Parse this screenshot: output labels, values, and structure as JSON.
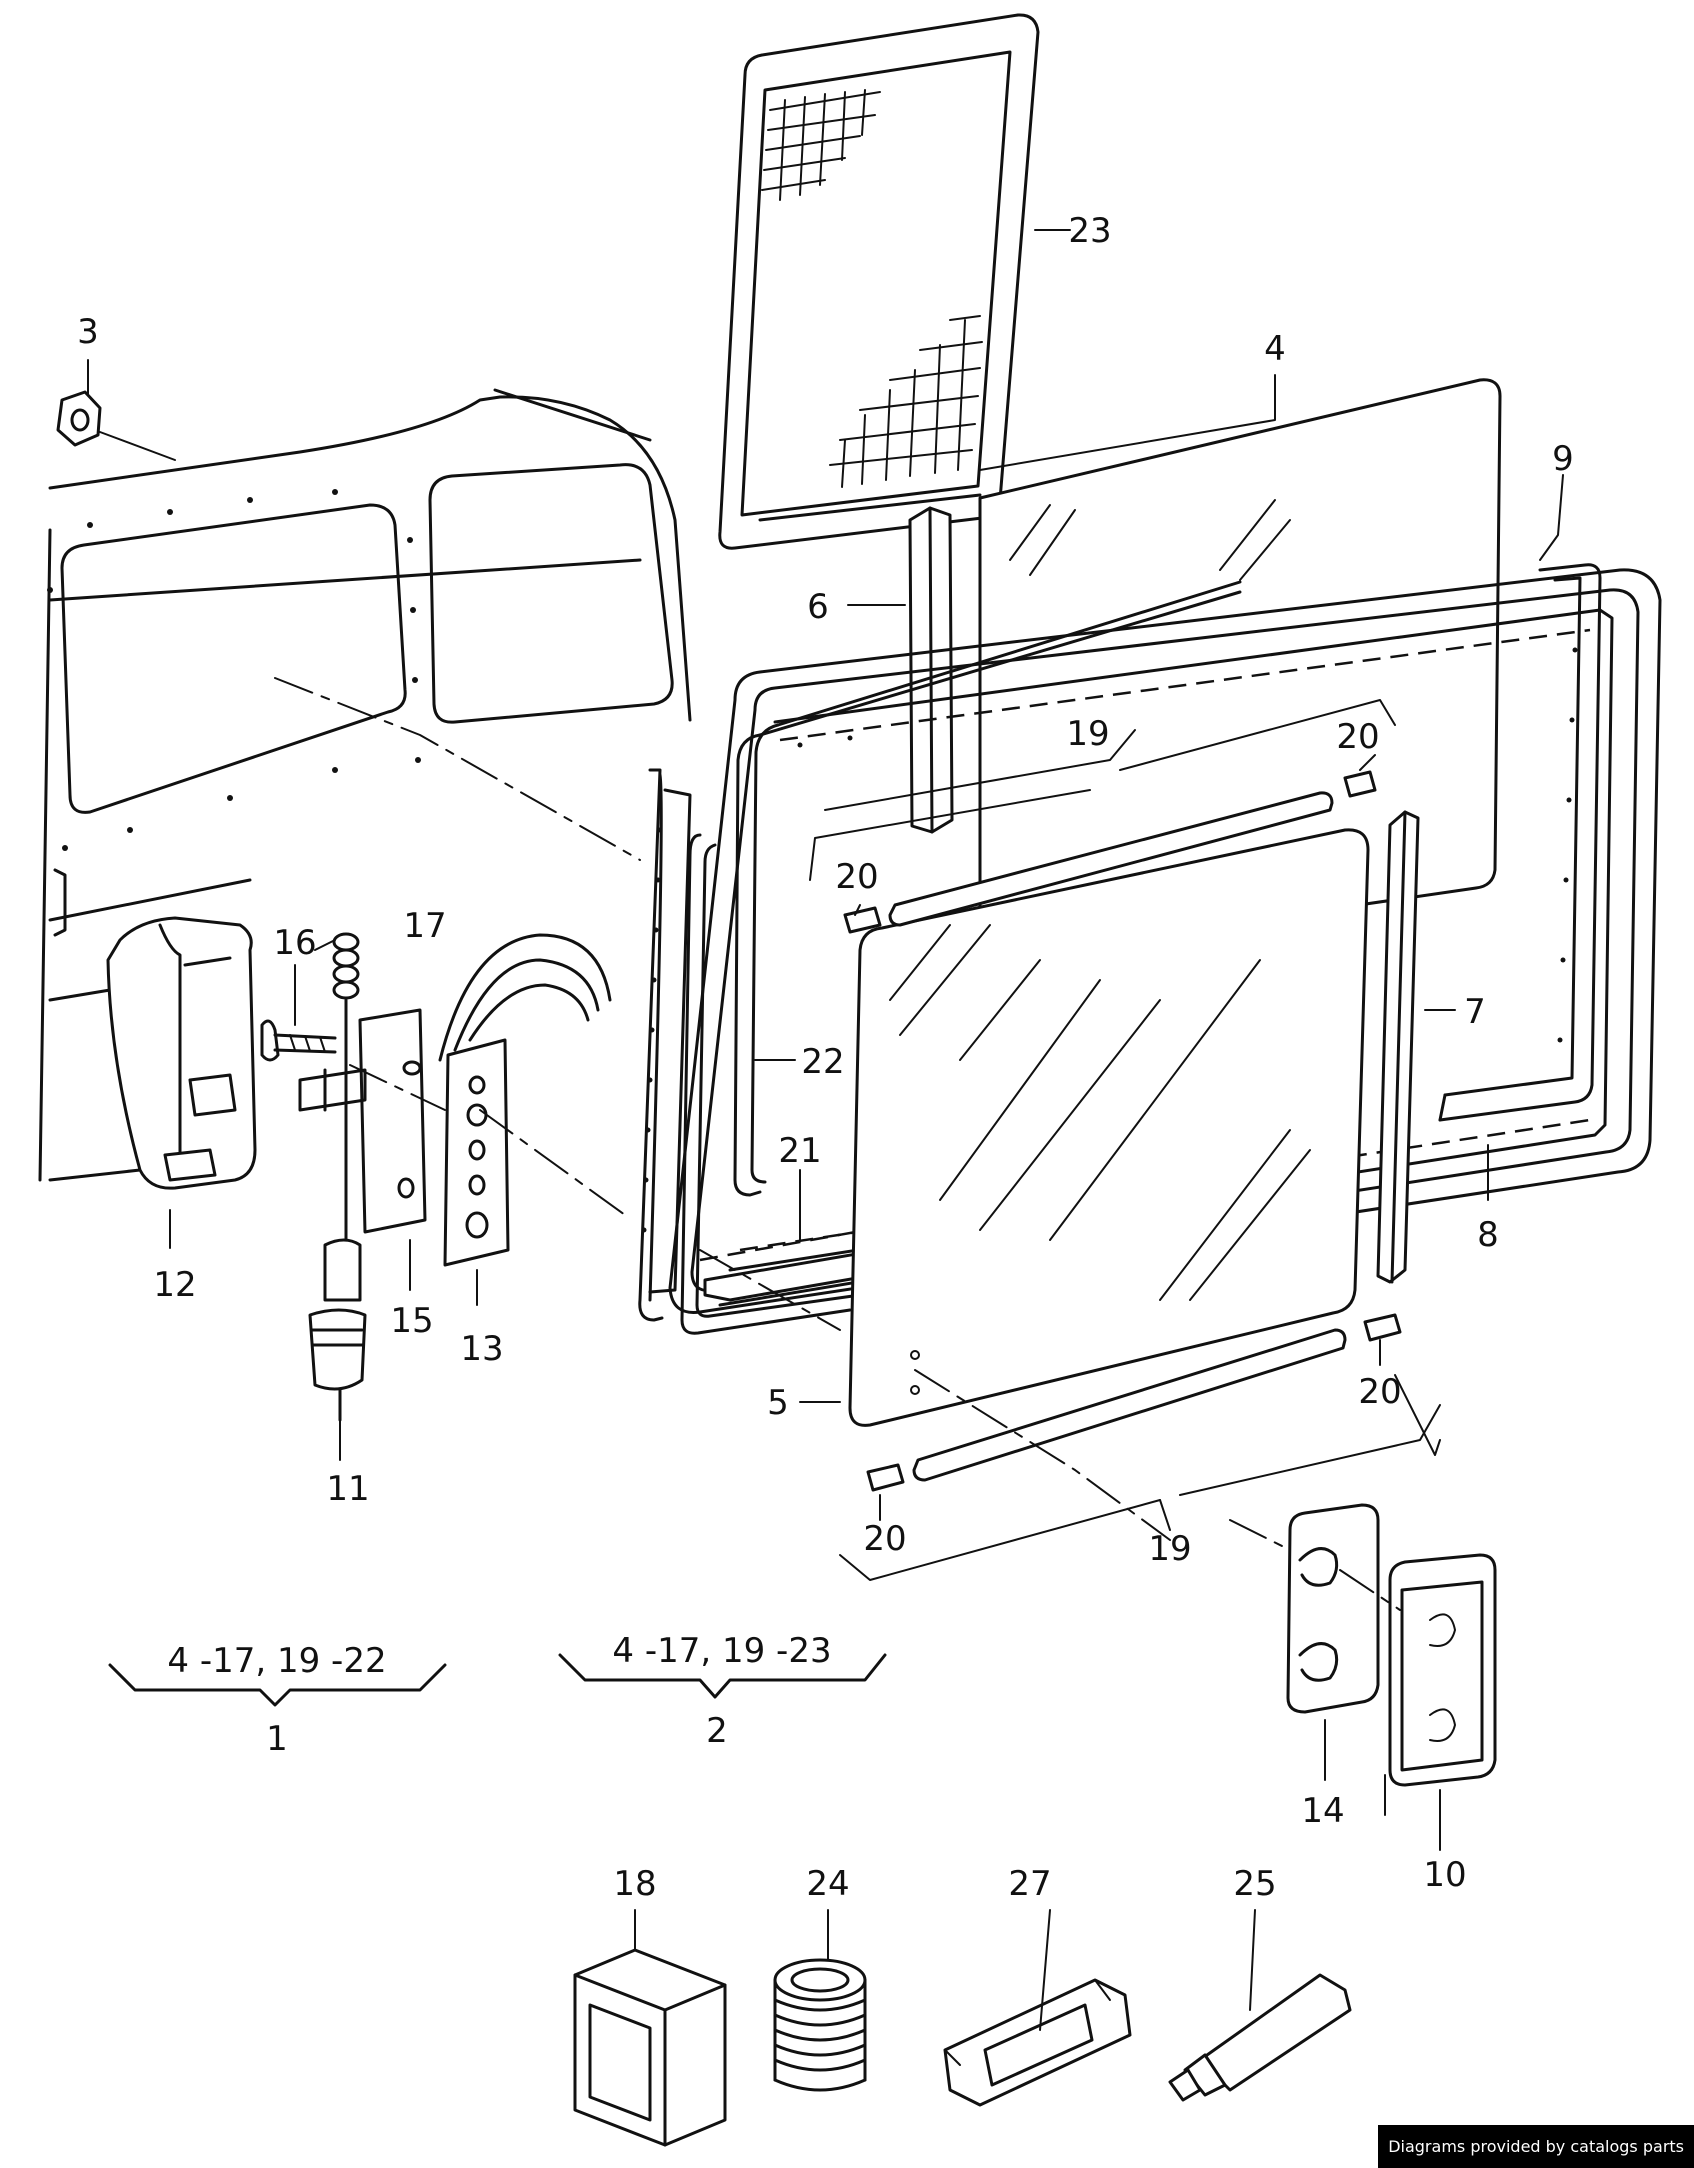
{
  "callouts": [
    {
      "id": "c23",
      "text": "23"
    },
    {
      "id": "c3",
      "text": "3"
    },
    {
      "id": "c4",
      "text": "4"
    },
    {
      "id": "c9",
      "text": "9"
    },
    {
      "id": "c6",
      "text": "6"
    },
    {
      "id": "c19a",
      "text": "19"
    },
    {
      "id": "c20a",
      "text": "20"
    },
    {
      "id": "c20b",
      "text": "20"
    },
    {
      "id": "c17",
      "text": "17"
    },
    {
      "id": "c16",
      "text": "16"
    },
    {
      "id": "c7",
      "text": "7"
    },
    {
      "id": "c22",
      "text": "22"
    },
    {
      "id": "c21",
      "text": "21"
    },
    {
      "id": "c8",
      "text": "8"
    },
    {
      "id": "c12",
      "text": "12"
    },
    {
      "id": "c15",
      "text": "15"
    },
    {
      "id": "c13",
      "text": "13"
    },
    {
      "id": "c20c",
      "text": "20"
    },
    {
      "id": "c5",
      "text": "5"
    },
    {
      "id": "c11",
      "text": "11"
    },
    {
      "id": "c20d",
      "text": "20"
    },
    {
      "id": "c19b",
      "text": "19"
    },
    {
      "id": "c14",
      "text": "14"
    },
    {
      "id": "c10",
      "text": "10"
    },
    {
      "id": "c18",
      "text": "18"
    },
    {
      "id": "c24",
      "text": "24"
    },
    {
      "id": "c27",
      "text": "27"
    },
    {
      "id": "c25",
      "text": "25"
    }
  ],
  "kits": [
    {
      "range": "4 -17, 19 -22",
      "number": "1"
    },
    {
      "range": "4 -17, 19 -23",
      "number": "2"
    }
  ],
  "credit": "Diagrams provided by catalogs parts"
}
